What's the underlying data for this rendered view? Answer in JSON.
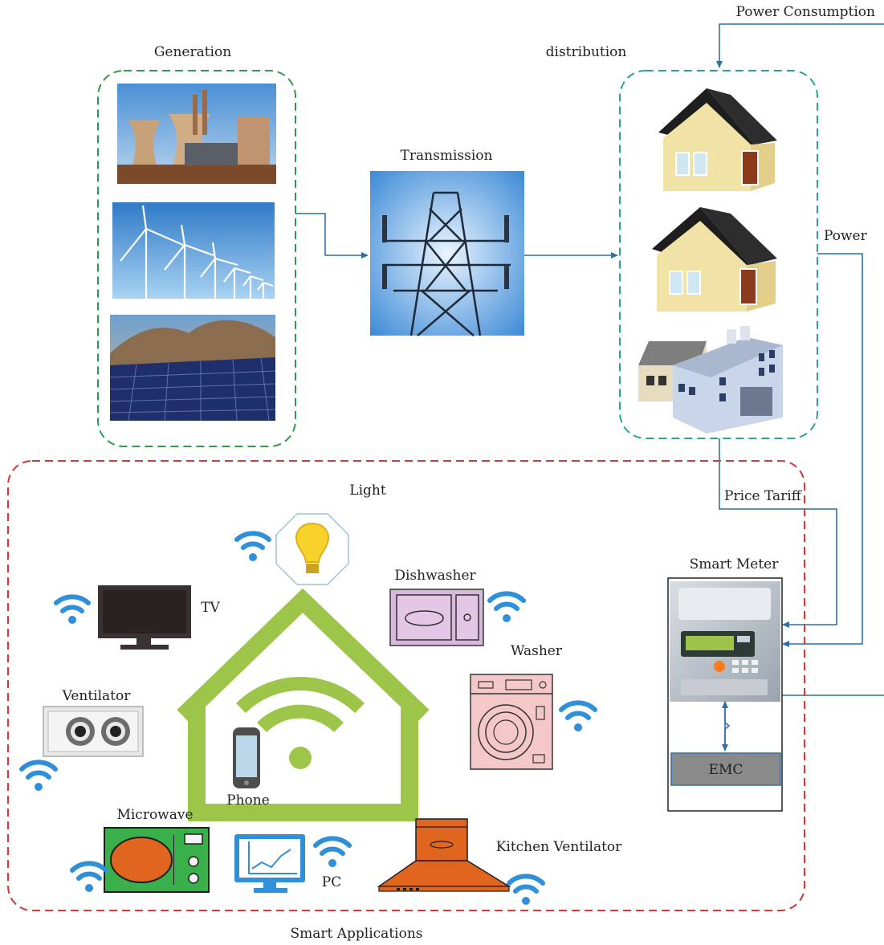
{
  "labels": {
    "generation": "Generation",
    "transmission": "Transmission",
    "distribution": "distribution",
    "power_consumption": "Power Consumption",
    "power": "Power",
    "price_tariff": "Price Tariff",
    "smart_meter": "Smart Meter",
    "emc": "EMC",
    "light": "Light",
    "tv": "TV",
    "dishwasher": "Dishwasher",
    "washer": "Washer",
    "ventilator": "Ventilator",
    "phone": "Phone",
    "microwave": "Microwave",
    "pc": "PC",
    "kitchen_ventilator": "Kitchen Ventilator",
    "smart_applications": "Smart Applications"
  },
  "colors": {
    "generation_border": "#2e9a4a",
    "distribution_border": "#2aa38c",
    "smart_apps_border": "#d23a3a",
    "flow_line": "#2f6fa8",
    "wifi": "#2f8fd8",
    "house_green": "#9cc54a",
    "emc_fill": "#8a8a8a"
  }
}
